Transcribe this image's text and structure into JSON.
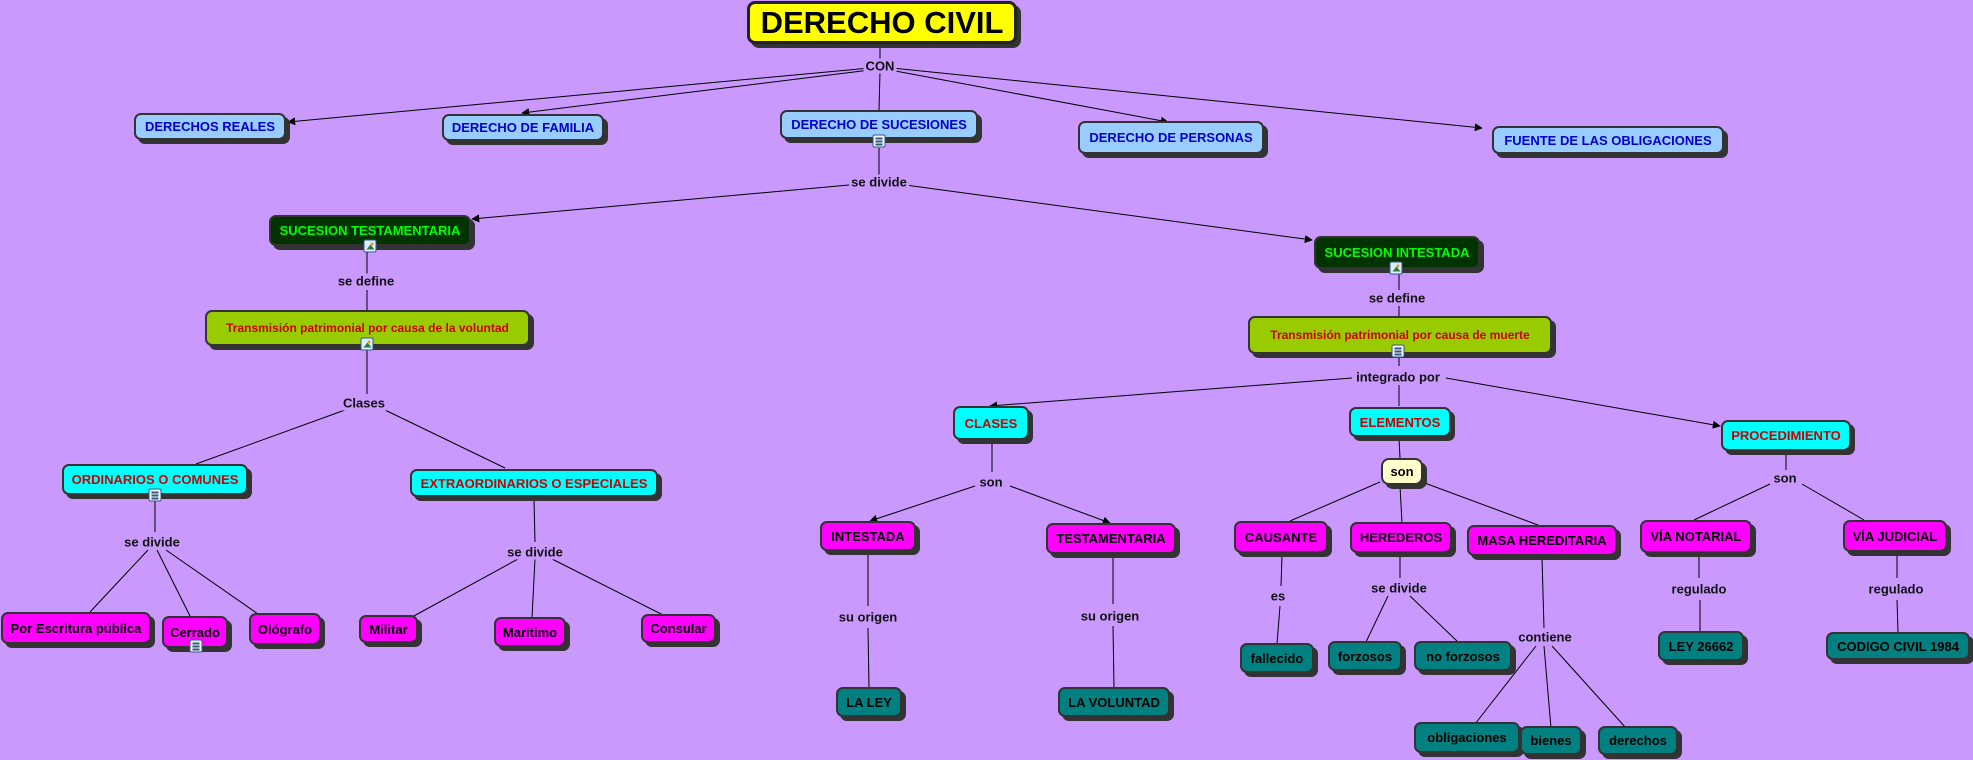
{
  "nodes": {
    "derecho_civil": "DERECHO CIVIL",
    "derechos_reales": "DERECHOS REALES",
    "derecho_familia": "DERECHO DE FAMILIA",
    "derecho_sucesiones": "DERECHO DE SUCESIONES",
    "derecho_personas": "DERECHO DE PERSONAS",
    "fuente_obligaciones": "FUENTE DE LAS OBLIGACIONES",
    "sucesion_testamentaria": "SUCESION TESTAMENTARIA",
    "sucesion_intestada": "SUCESION INTESTADA",
    "transmision_voluntad": "Transmisión patrimonial por causa de la voluntad",
    "transmision_muerte": "Transmisión patrimonial por causa de muerte",
    "ordinarios": "ORDINARIOS O COMUNES",
    "extraordinarios": "EXTRAORDINARIOS O ESPECIALES",
    "escritura_publica": "Por Escritura pública",
    "cerrado": "Cerrado",
    "olografo": "Ológrafo",
    "militar": "Militar",
    "maritimo": "Maritimo",
    "consular": "Consular",
    "clases": "CLASES",
    "elementos": "ELEMENTOS",
    "procedimiento": "PROCEDIMIENTO",
    "intestada": "INTESTADA",
    "testamentaria": "TESTAMENTARIA",
    "la_ley": "LA LEY",
    "la_voluntad": "LA VOLUNTAD",
    "son_box": "son",
    "causante": "CAUSANTE",
    "herederos": "HEREDEROS",
    "masa_hereditaria": "MASA HEREDITARIA",
    "fallecido": "fallecido",
    "forzosos": "forzosos",
    "no_forzosos": "no forzosos",
    "obligaciones": "obligaciones",
    "bienes": "bienes",
    "derechos": "derechos",
    "via_notarial": "VÍA NOTARIAL",
    "via_judicial": "VÍA JUDICIAL",
    "ley_26662": "LEY 26662",
    "codigo_civil": "CODIGO CIVIL 1984"
  },
  "links": {
    "con": "CON",
    "se_divide_main": "se divide",
    "se_define_test": "se define",
    "se_define_intest": "se define",
    "clases_lbl": "Clases",
    "se_divide_ord": "se divide",
    "se_divide_ext": "se divide",
    "integrado_por": "integrado por",
    "son_clases": "son",
    "su_origen_1": "su origen",
    "su_origen_2": "su origen",
    "es": "es",
    "se_divide_her": "se divide",
    "contiene": "contiene",
    "son_proc": "son",
    "regulado_1": "regulado",
    "regulado_2": "regulado"
  },
  "colors": {
    "background": "#c999fe",
    "title_yellow": "#ffff00",
    "blue_node": "#99ccff",
    "dark_node": "#003300",
    "olive_node": "#99cc00",
    "cyan_node": "#00ffff",
    "magenta_node": "#ff00ff",
    "teal_node": "#008080"
  }
}
